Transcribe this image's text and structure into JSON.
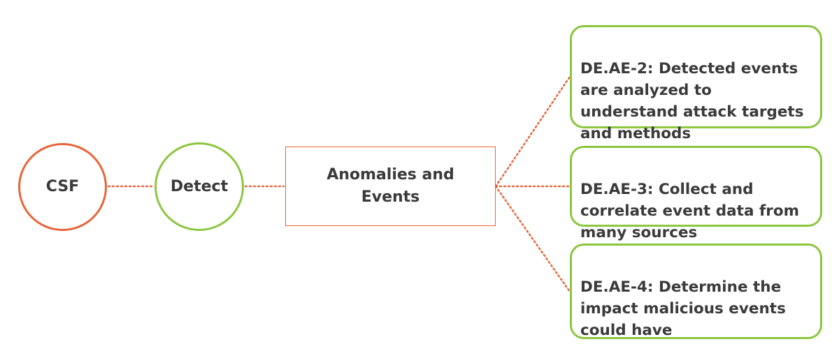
{
  "diagram": {
    "nodes": {
      "csf": {
        "label": "CSF",
        "color": "#e8653a"
      },
      "detect": {
        "label": "Detect",
        "color": "#8cc63f"
      },
      "anomalies": {
        "label": "Anomalies and\nEvents",
        "color": "#e8653a"
      }
    },
    "subcategories": [
      {
        "text": "DE.AE-2: Detected events\nare analyzed to\nunderstand attack targets\nand methods"
      },
      {
        "text": "DE.AE-3: Collect and\ncorrelate event data from\nmany sources"
      },
      {
        "text": "DE.AE-4: Determine the\nimpact malicious events\ncould have"
      }
    ],
    "connector_color": "#e8653a",
    "connector_style": "dotted"
  }
}
